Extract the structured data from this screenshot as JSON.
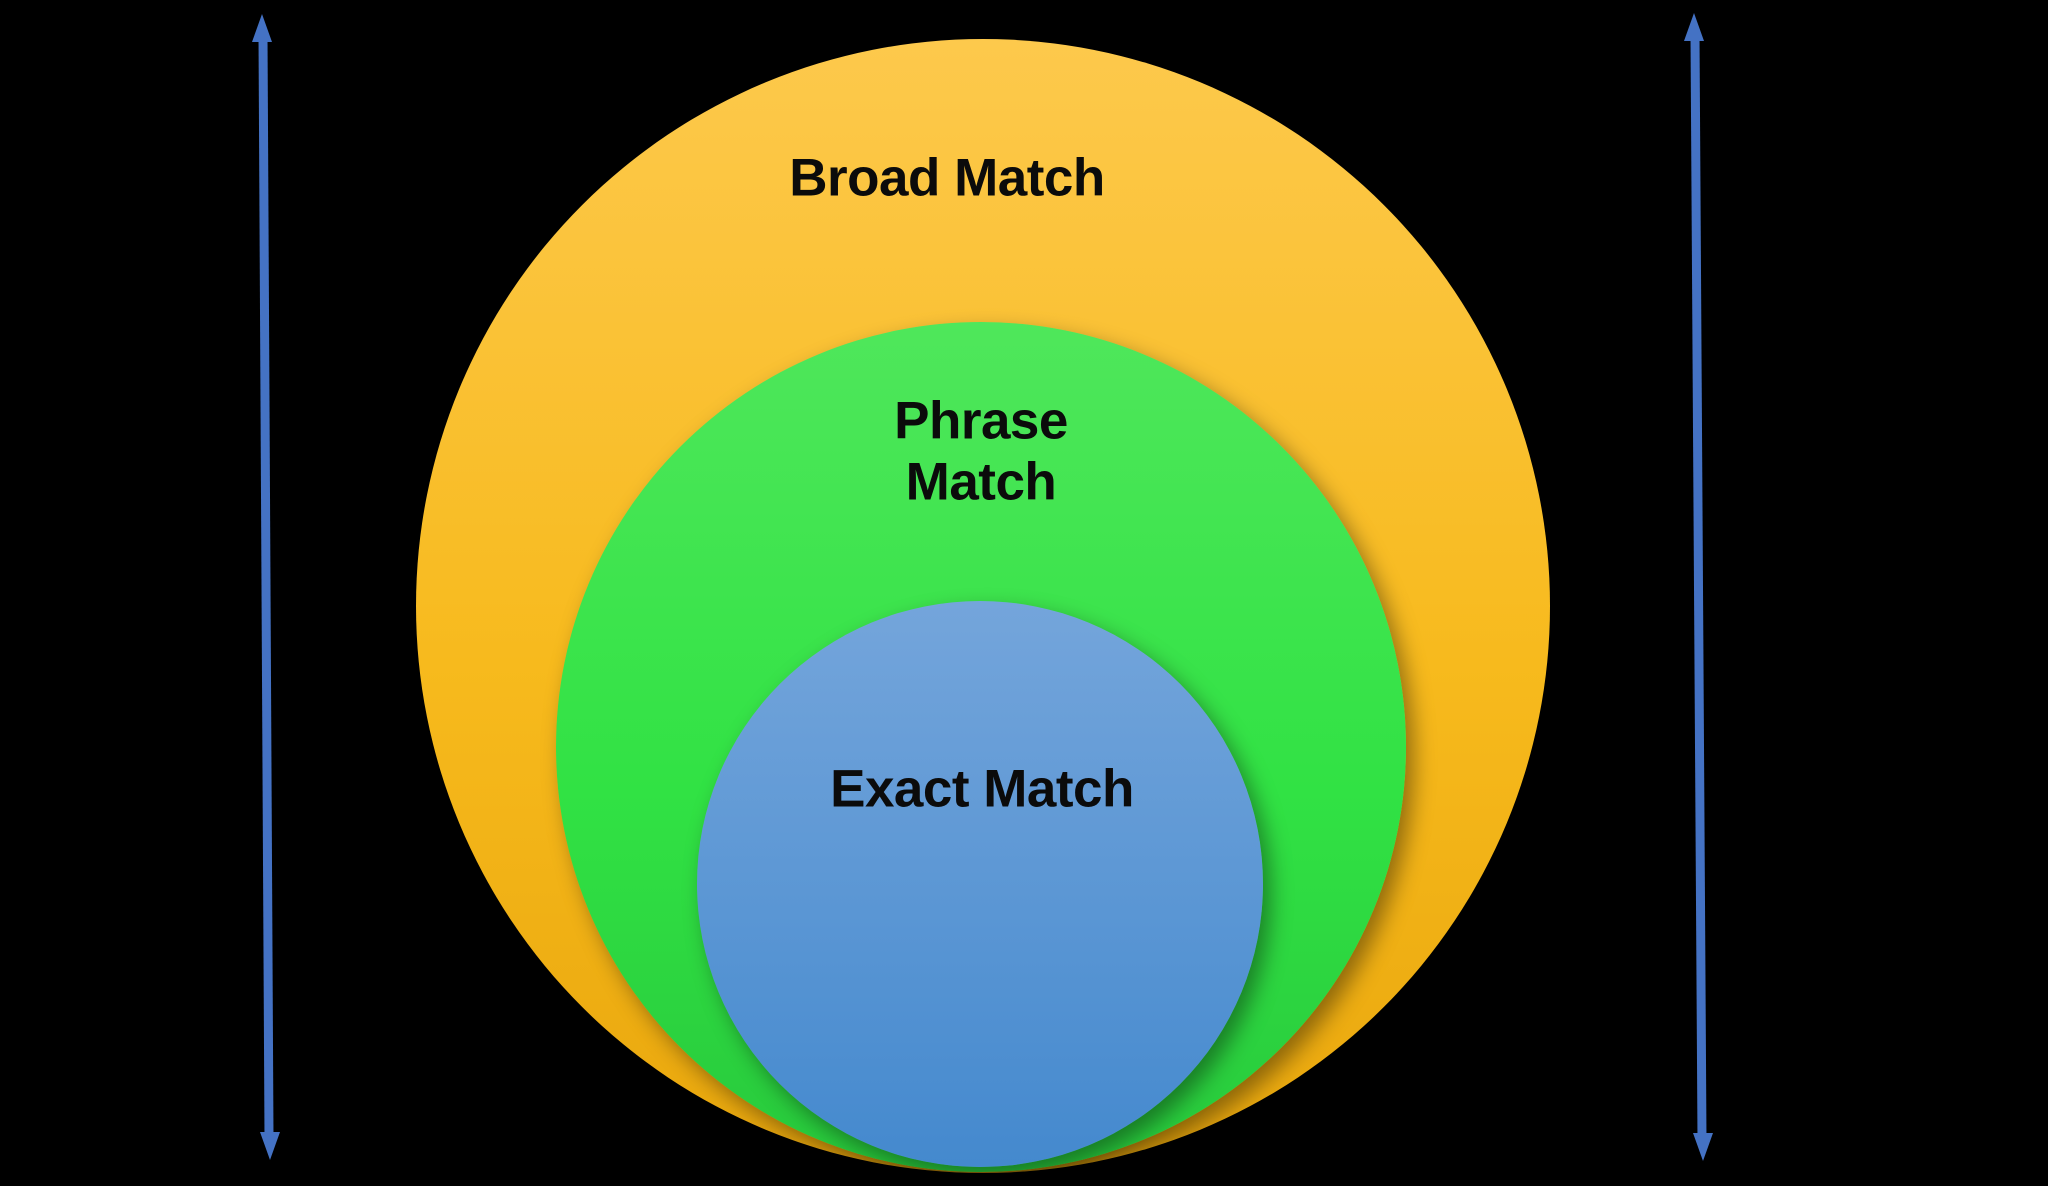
{
  "background_color": "#000000",
  "circles": [
    {
      "name": "broad-match",
      "label": "Broad Match",
      "color_top": "#FDC94C",
      "color_mid": "#F7BA1D",
      "color_bottom": "#E9A70D",
      "text_color": "#0B0B0B"
    },
    {
      "name": "phrase-match",
      "label": "Phrase Match",
      "lines": [
        "Phrase",
        "Match"
      ],
      "color_top": "#4FE75B",
      "color_mid": "#31E244",
      "color_bottom": "#28C93C",
      "text_color": "#0B0B0B"
    },
    {
      "name": "exact-match",
      "label": "Exact Match",
      "color_top": "#74A5DB",
      "color_mid": "#5A96D4",
      "color_bottom": "#4489CE",
      "text_color": "#0B0B0B"
    }
  ],
  "arrows": {
    "color": "#4472C4",
    "left": "vertical-double-arrow",
    "right": "vertical-double-arrow"
  }
}
